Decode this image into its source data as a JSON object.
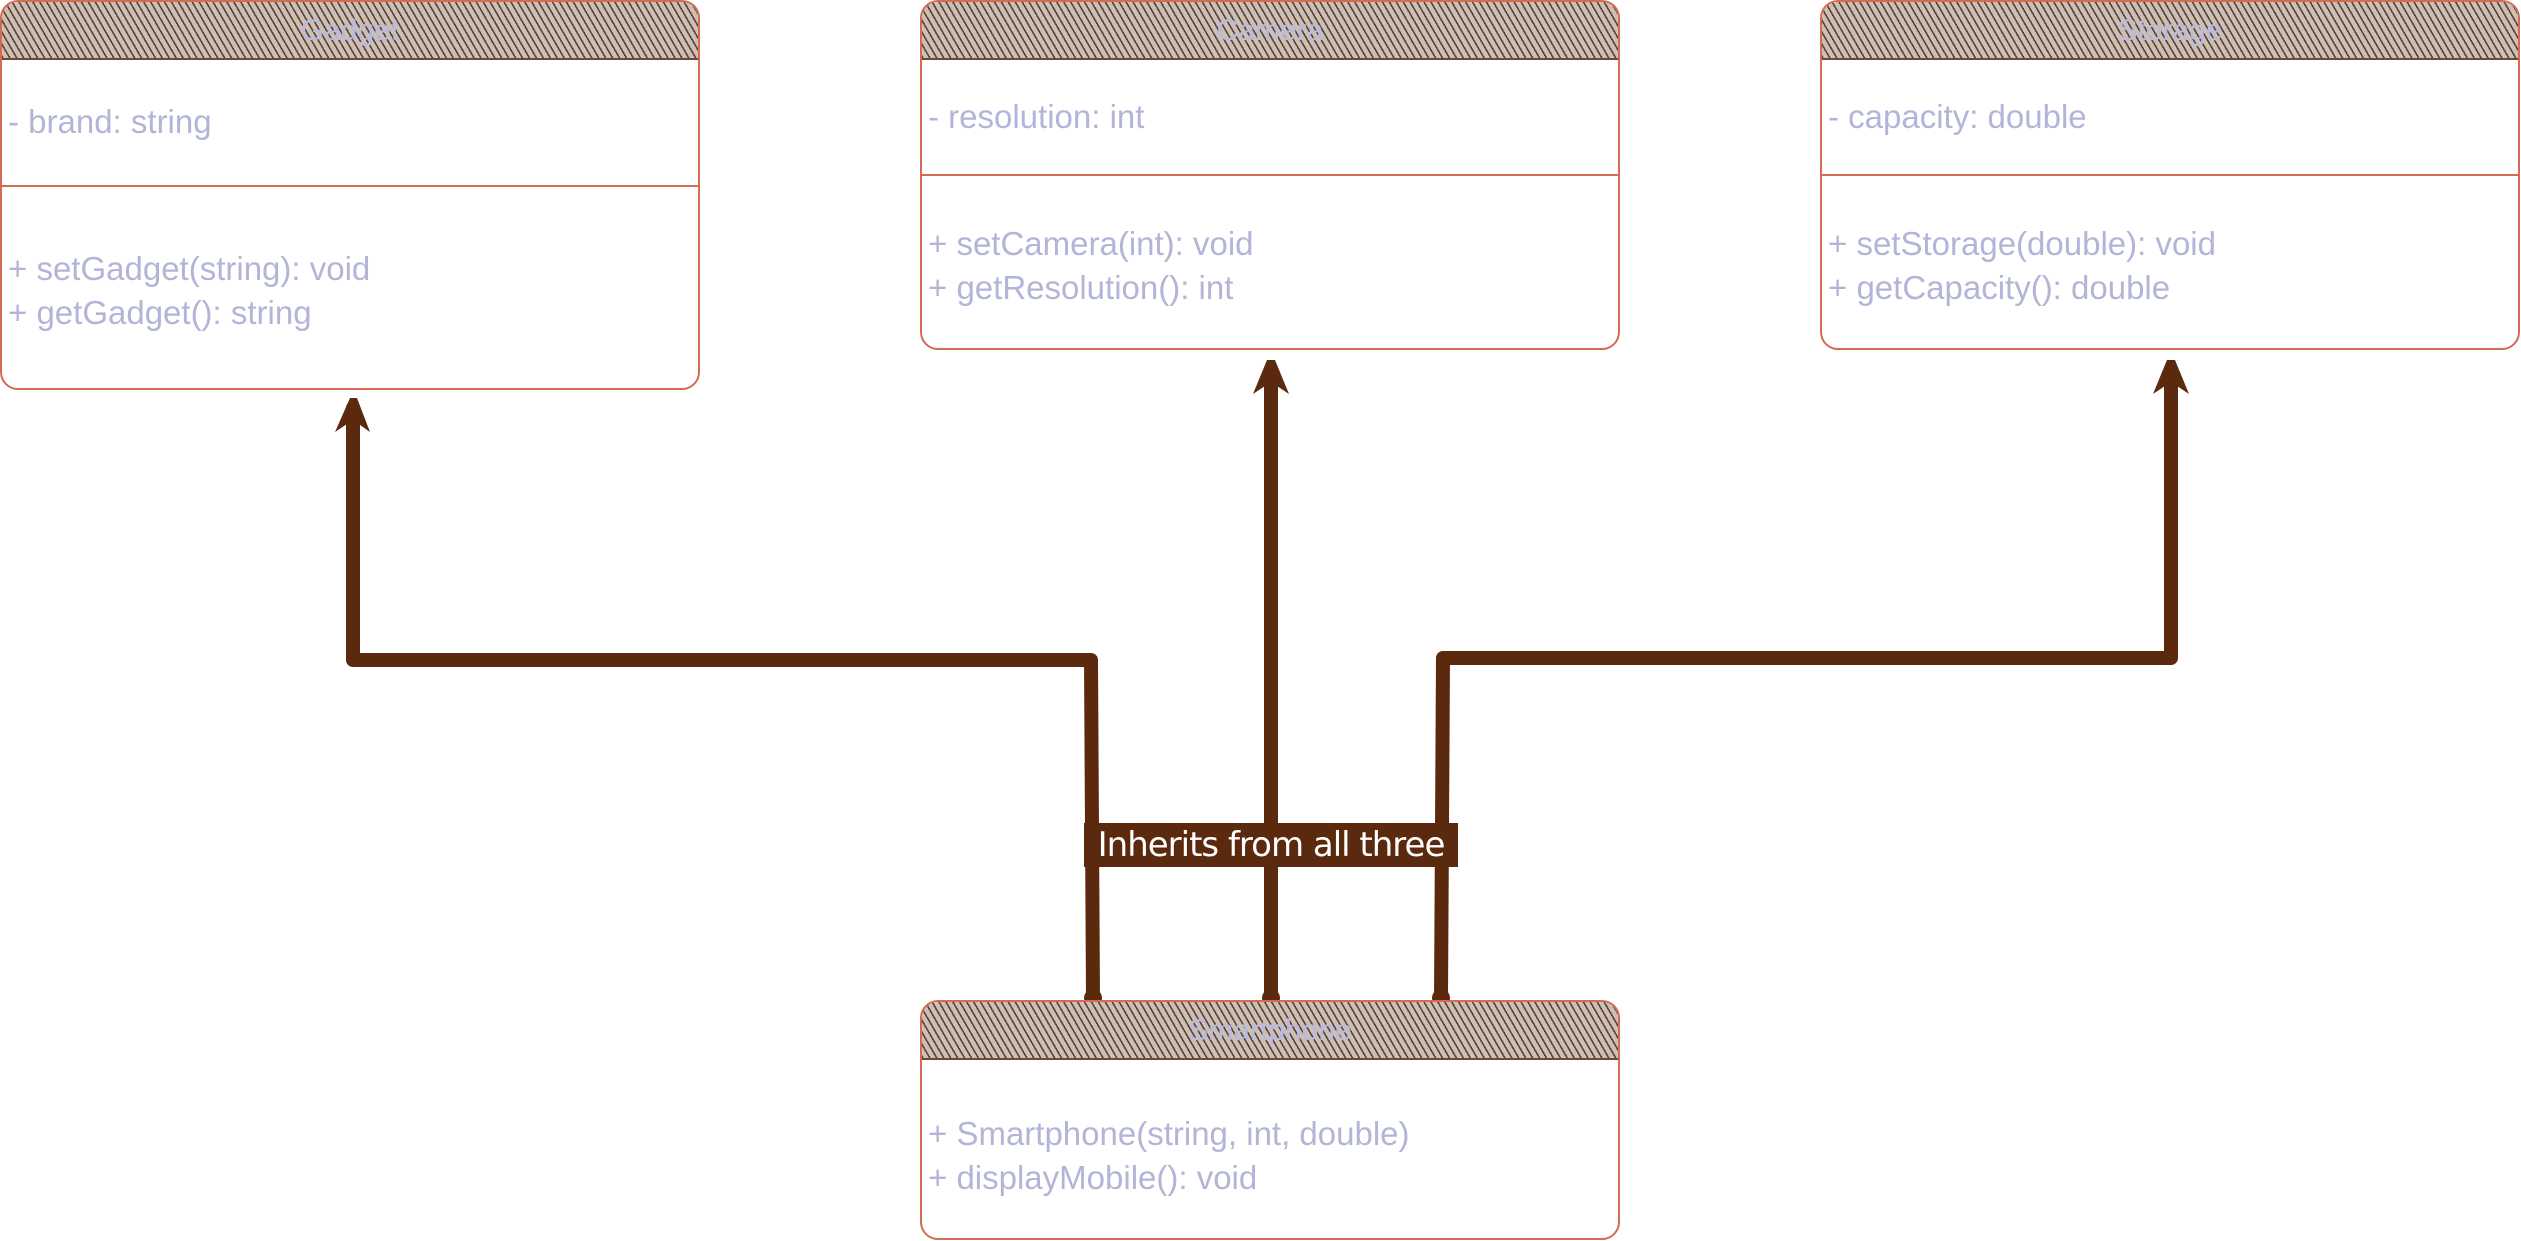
{
  "classes": {
    "gadget": {
      "name": "Gadget",
      "attributes": [
        "- brand: string"
      ],
      "methods": [
        "+ setGadget(string): void",
        "+ getGadget(): string"
      ]
    },
    "camera": {
      "name": "Camera",
      "attributes": [
        "- resolution: int"
      ],
      "methods": [
        "+ setCamera(int): void",
        "+ getResolution(): int"
      ]
    },
    "storage": {
      "name": "Storage",
      "attributes": [
        "- capacity: double"
      ],
      "methods": [
        "+ setStorage(double): void",
        "+ getCapacity(): double"
      ]
    },
    "smartphone": {
      "name": "Smartphone",
      "methods": [
        "+ Smartphone(string, int, double)",
        "+ displayMobile(): void"
      ]
    }
  },
  "edge_label": "Inherits from all three",
  "colors": {
    "border": "#d56a55",
    "header_hatch": "#6b4a3a",
    "text": "#b3b5d8",
    "arrow": "#5b2a0e",
    "label_bg": "#5b2a0e",
    "label_text": "#ffffff"
  },
  "relationships": [
    {
      "from": "Smartphone",
      "to": "Gadget",
      "type": "inheritance"
    },
    {
      "from": "Smartphone",
      "to": "Camera",
      "type": "inheritance"
    },
    {
      "from": "Smartphone",
      "to": "Storage",
      "type": "inheritance"
    }
  ]
}
